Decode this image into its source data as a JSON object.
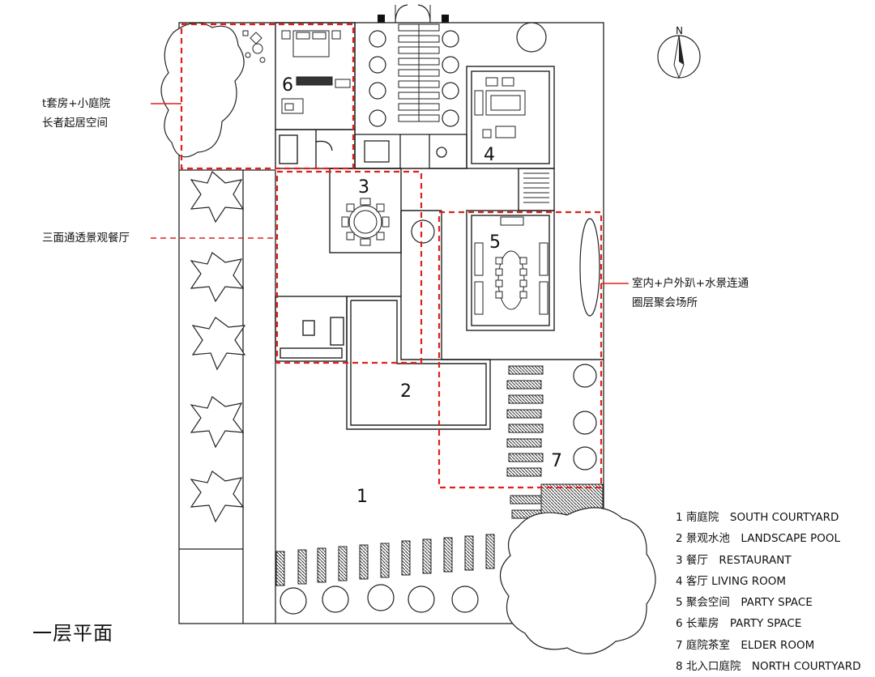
{
  "plan_title": "一层平面",
  "north_label": "N",
  "room_numbers": {
    "r1": "1",
    "r2": "2",
    "r3": "3",
    "r4": "4",
    "r5": "5",
    "r6": "6",
    "r7": "7"
  },
  "annotations": {
    "top_left": [
      "t套房+小庭院",
      "长者起居空间"
    ],
    "dining": "三面通透景观餐厅",
    "right": [
      "室内+户外趴+水景连通",
      "圈层聚会场所"
    ]
  },
  "legend": [
    "1 南庭院　SOUTH COURTYARD",
    "2 景观水池　LANDSCAPE POOL",
    "3 餐厅　RESTAURANT",
    "4 客厅 LIVING ROOM",
    "5 聚会空间　PARTY SPACE",
    "6 长辈房　PARTY SPACE",
    "7 庭院茶室　ELDER ROOM",
    "8 北入口庭院　NORTH COURTYARD"
  ],
  "colors": {
    "wall": "#222222",
    "zone": "#e0201a",
    "hatch": "#555555"
  }
}
